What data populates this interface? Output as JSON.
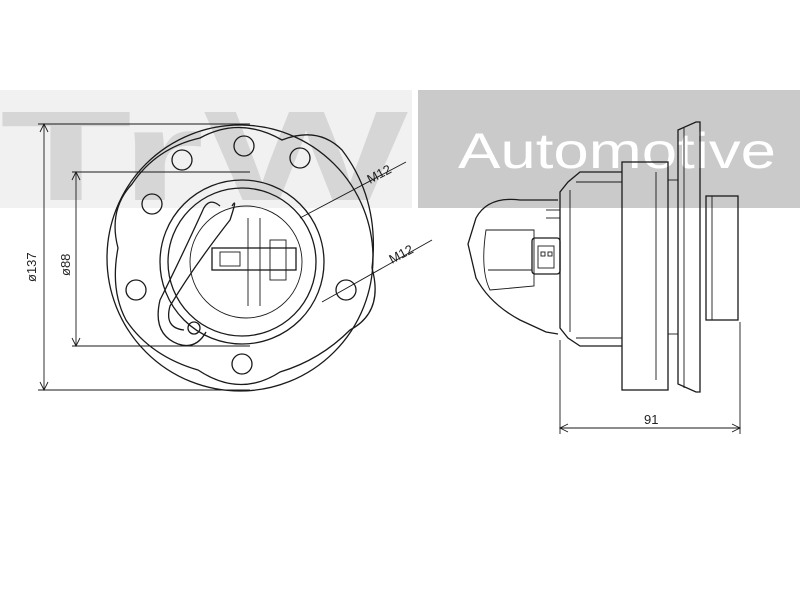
{
  "watermark": {
    "brand_left": "TrW",
    "brand_right": "Automotive",
    "brand_bg_color": "#c8c8c8",
    "brand_text_color": "#ffffff",
    "shadow_color": "#d4d4d4"
  },
  "front_view": {
    "outer_diameter_label": "ø137",
    "pcd_label": "ø88",
    "bolt_top_label": "M12",
    "bolt_bottom_label": "M12"
  },
  "side_view": {
    "width_label": "91"
  }
}
